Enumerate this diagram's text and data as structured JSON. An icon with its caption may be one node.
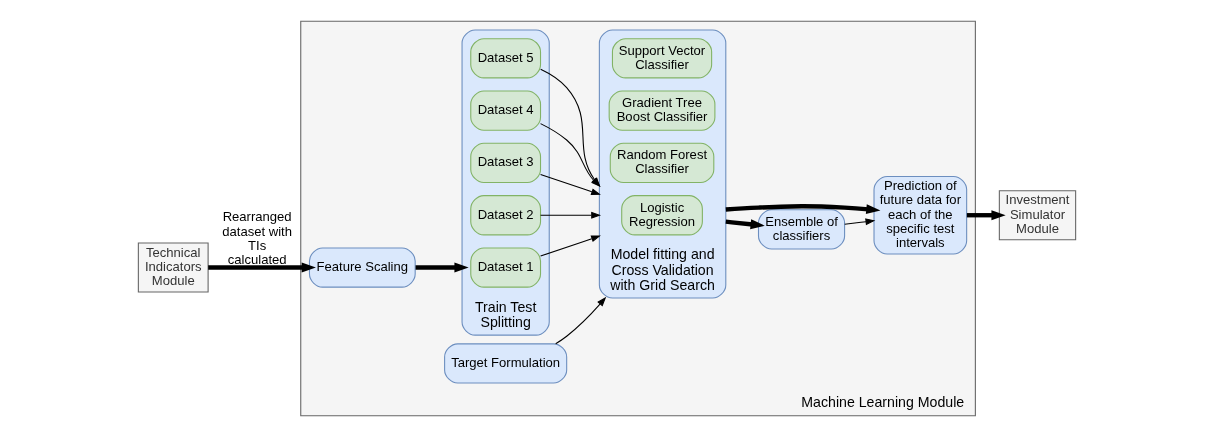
{
  "diagram": {
    "nodes": [
      {
        "text": [
          "Machine Learning Module"
        ]
      },
      {
        "text": [
          "Technical Indicators Module"
        ]
      },
      {
        "text": [
          "Feature Scaling"
        ],
        "in": 0
      },
      {
        "text": [
          "Train Test Splitting"
        ],
        "in": 0
      },
      {
        "text": [
          "Dataset 1"
        ],
        "in": 3
      },
      {
        "text": [
          "Dataset 2"
        ],
        "in": 3
      },
      {
        "text": [
          "Dataset 3"
        ],
        "in": 3
      },
      {
        "text": [
          "Dataset 4"
        ],
        "in": 3
      },
      {
        "text": [
          "Dataset 5"
        ],
        "in": 3
      },
      {
        "text": [
          "Model fitting and Cross Validation with Grid Search"
        ],
        "in": 0
      },
      {
        "text": [
          "Logistic Regression"
        ],
        "in": 9
      },
      {
        "text": [
          "Random Forest Classifier"
        ],
        "in": 9
      },
      {
        "text": [
          "Gradient Tree Boost Classifier"
        ],
        "in": 9
      },
      {
        "text": [
          "Support Vector Classifier"
        ],
        "in": 9
      },
      {
        "text": [
          "Ensemble of classifiers"
        ],
        "in": 0
      },
      {
        "text": [
          "Prediction of future data for each of the specific test intervals"
        ],
        "in": 0
      },
      {
        "text": [
          "Target Formulation"
        ],
        "in": 0
      },
      {
        "text": [
          "Investment Simulator Module"
        ]
      }
    ],
    "edges": [
      {
        "from": 1,
        "to": 2,
        "arrow": "to",
        "label": "Rearranged dataset with TIs calculated",
        "style": "thick"
      },
      {
        "from": 2,
        "to": 3,
        "arrow": "to",
        "style": "thick"
      },
      {
        "from": 4,
        "to": 9,
        "arrow": "to"
      },
      {
        "from": 5,
        "to": 9,
        "arrow": "to"
      },
      {
        "from": 6,
        "to": 9,
        "arrow": "to"
      },
      {
        "from": 7,
        "to": 9,
        "arrow": "to"
      },
      {
        "from": 8,
        "to": 9,
        "arrow": "to"
      },
      {
        "from": 9,
        "to": 15,
        "arrow": "to",
        "style": "thick"
      },
      {
        "from": 9,
        "to": 14,
        "arrow": "to",
        "style": "thick"
      },
      {
        "from": 14,
        "to": 15,
        "arrow": "to"
      },
      {
        "from": 16,
        "to": 9,
        "arrow": "to"
      },
      {
        "from": 15,
        "to": 17,
        "arrow": "to",
        "style": "thick"
      }
    ]
  }
}
